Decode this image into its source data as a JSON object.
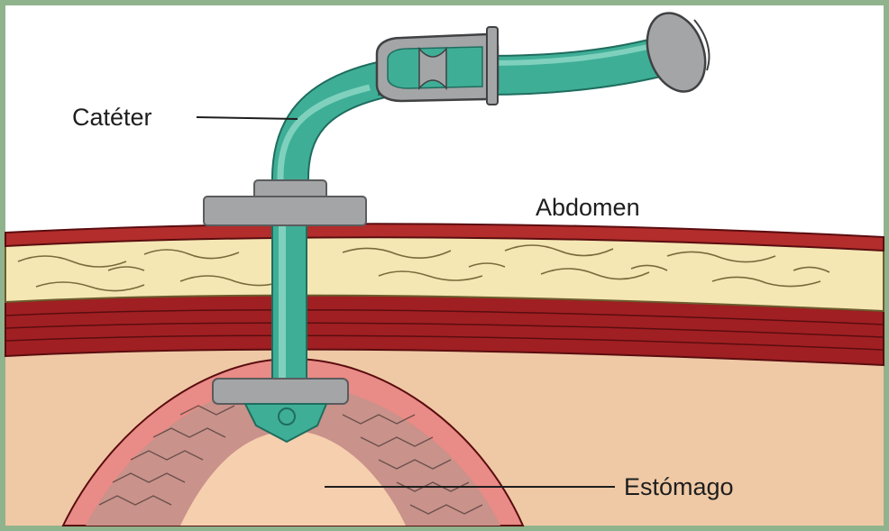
{
  "diagram": {
    "labels": {
      "catheter": "Catéter",
      "abdomen": "Abdomen",
      "stomach": "Estómago"
    },
    "colors": {
      "frame": "#8fb38c",
      "sky": "#ffffff",
      "skin": "#b22d2b",
      "fat": "#f4e7b3",
      "fat_lines": "#7a6a3c",
      "muscle": "#9e1f22",
      "cavity": "#efc9a5",
      "stomach_wall": "#e98b86",
      "stomach_inner": "#f6cfae",
      "tube": "#3fae97",
      "tube_dark": "#1f6d5e",
      "bumper": "#a3a5a7",
      "bumper_dark": "#5a5c5e"
    }
  }
}
